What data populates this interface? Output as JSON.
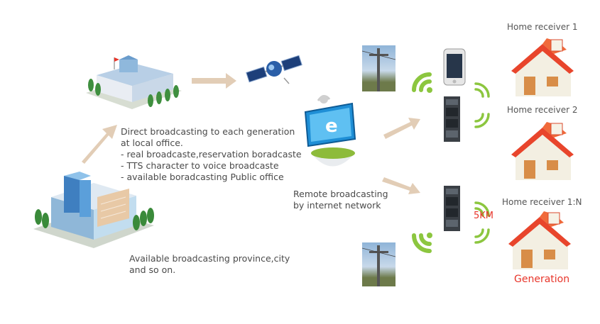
{
  "labels": {
    "direct": [
      "Direct broadcasting to each generation",
      "at local office."
    ],
    "features": [
      "- real broadcaste,reservation boradcaste",
      "- TTS character to voice broadcaste",
      "- available boradcasting Public office"
    ],
    "province": [
      "Available broadcasting province,city",
      "and so on."
    ],
    "remote": [
      "Remote broadcasting",
      "by internet network"
    ],
    "home1": "Home receiver 1",
    "home2": "Home receiver 2",
    "home3": "Home receiver 1:N",
    "distance": "5KM",
    "generation": "Generation"
  },
  "colors": {
    "arrow": "#e2cdb6",
    "signal": "#8cc63f",
    "roof": "#e8452c",
    "wall": "#f3efe2",
    "accent_red": "#e8352a"
  },
  "icons": [
    "office-building-icon",
    "city-hall-icon",
    "satellite-icon",
    "internet-globe-icon",
    "utility-pole-icon",
    "smartphone-icon",
    "server-rack-icon",
    "house-icon",
    "wifi-signal-icon"
  ]
}
